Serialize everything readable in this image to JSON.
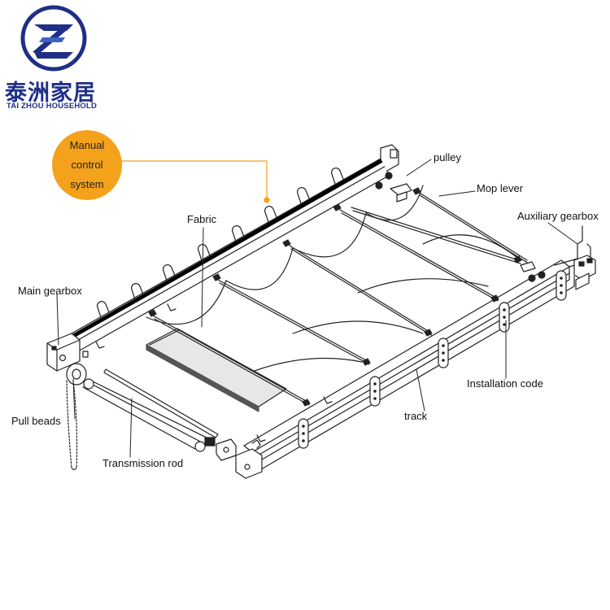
{
  "brand": {
    "name_cn": "泰洲家居",
    "name_en": "TAI ZHOU HOUSEHOLD",
    "logo_text": "Z",
    "colors": {
      "primary": "#1f2f86",
      "accent": "#f4a21b"
    }
  },
  "callout": {
    "line1": "Manual",
    "line2": "control",
    "line3": "system"
  },
  "labels": {
    "pulley": "pulley",
    "mop_lever": "Mop lever",
    "fabric": "Fabric",
    "auxiliary_gearbox": "Auxiliary gearbox",
    "main_gearbox": "Main gearbox",
    "installation_code": "Installation code",
    "pull_beads": "Pull beads",
    "track": "track",
    "transmission_rod": "Transmission rod"
  }
}
